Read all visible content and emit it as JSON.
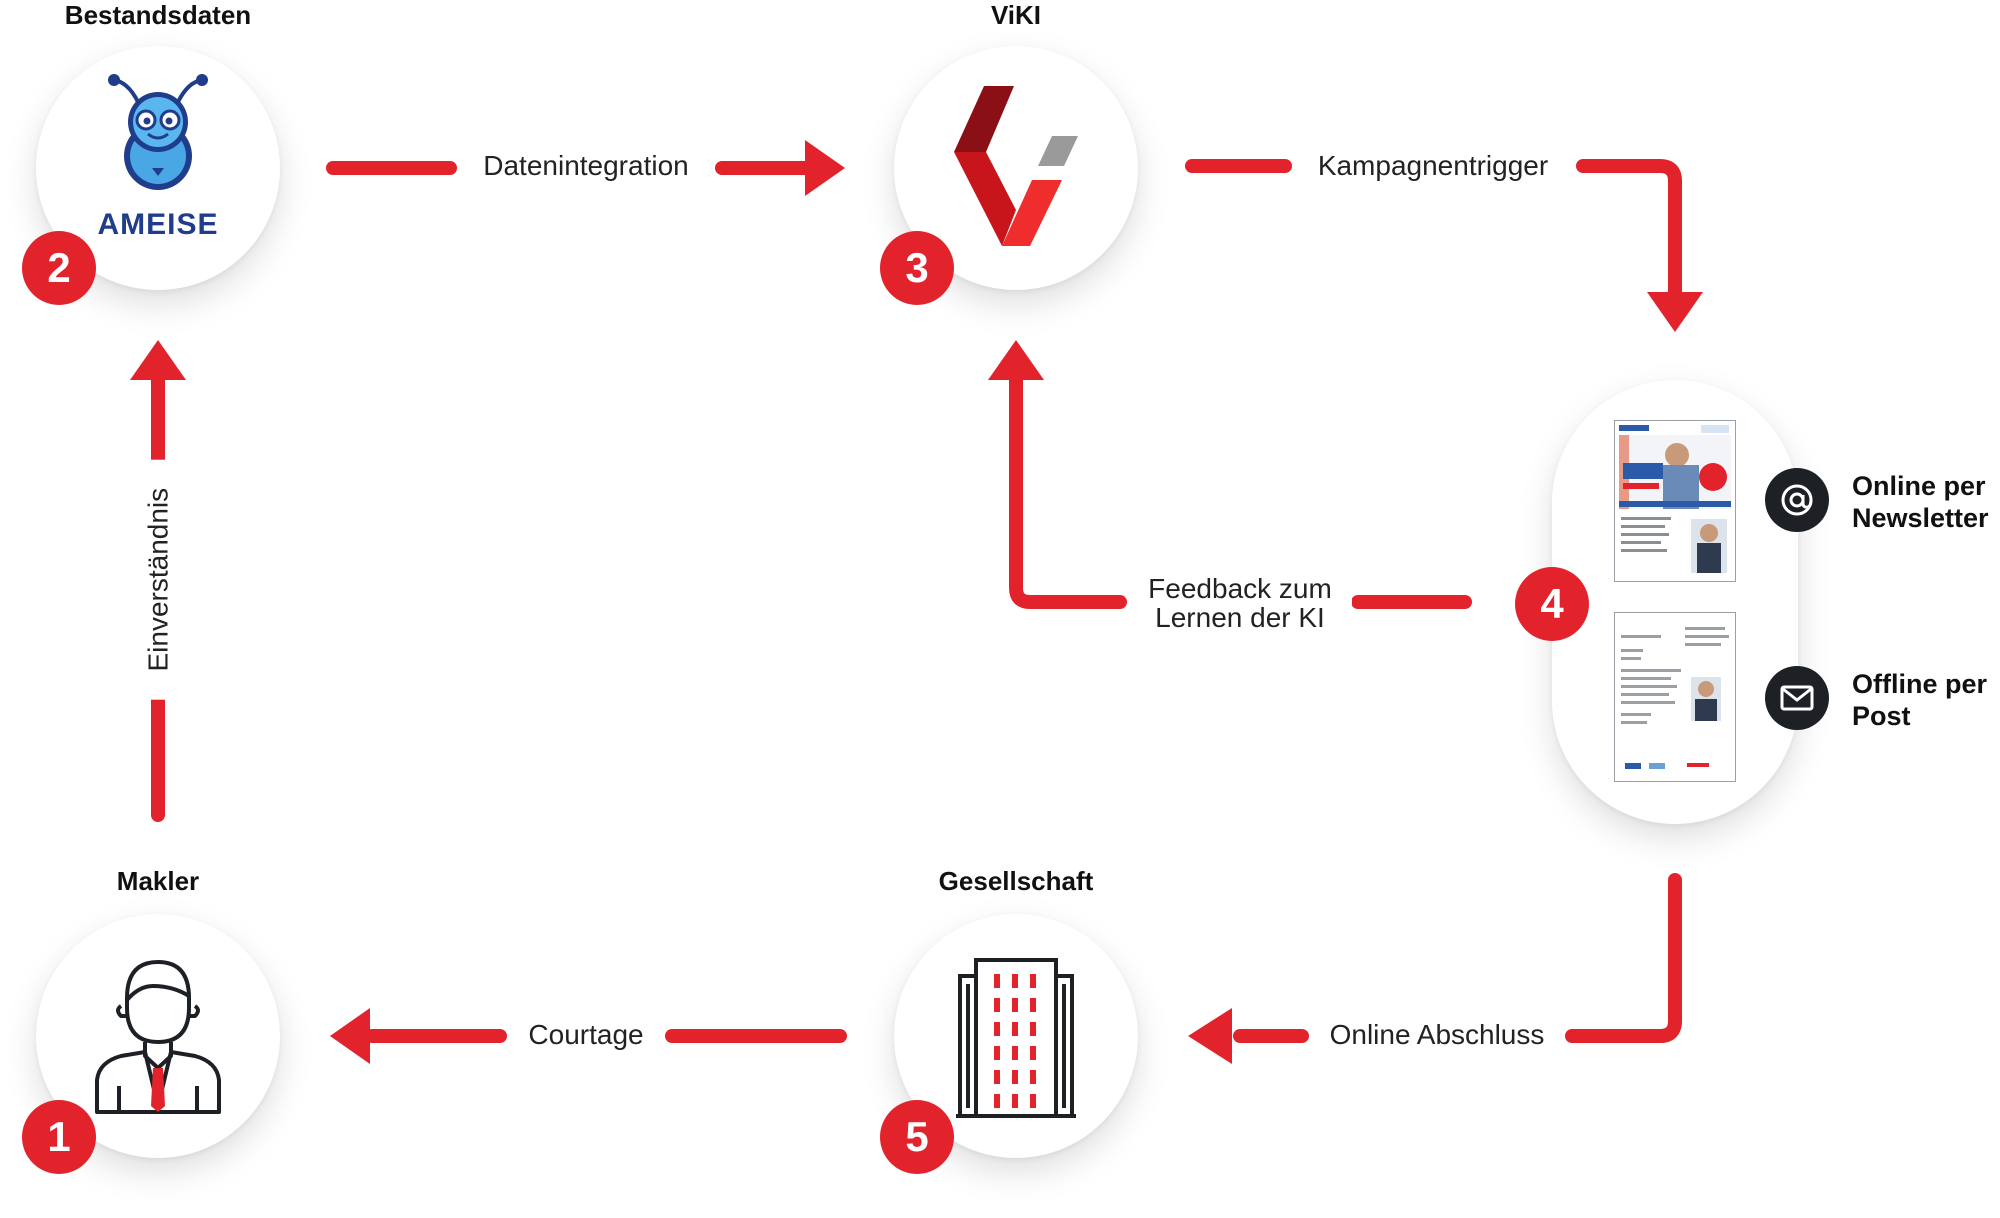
{
  "nodes": {
    "bestandsdaten": {
      "title": "Bestandsdaten",
      "logo_text": "AMEISE",
      "badge": "2"
    },
    "viki": {
      "title": "ViKI",
      "badge": "3"
    },
    "makler": {
      "title": "Makler",
      "badge": "1"
    },
    "gesellschaft": {
      "title": "Gesellschaft",
      "badge": "5"
    },
    "kampagne": {
      "badge": "4"
    }
  },
  "edges": {
    "datenintegration": "Datenintegration",
    "kampagnentrigger": "Kampagnentrigger",
    "einverstaendnis": "Einverständnis",
    "feedback_line1": "Feedback zum",
    "feedback_line2": "Lernen der KI",
    "courtage": "Courtage",
    "online_abschluss": "Online Abschluss"
  },
  "channels": {
    "online_line1": "Online per",
    "online_line2": "Newsletter",
    "offline_line1": "Offline per",
    "offline_line2": "Post"
  },
  "colors": {
    "accent": "#e3232b",
    "dark": "#1d2125",
    "ameise_blue": "#1f3d8a",
    "viki_dark_red": "#8b1016",
    "viki_grey": "#9a9a9a"
  }
}
